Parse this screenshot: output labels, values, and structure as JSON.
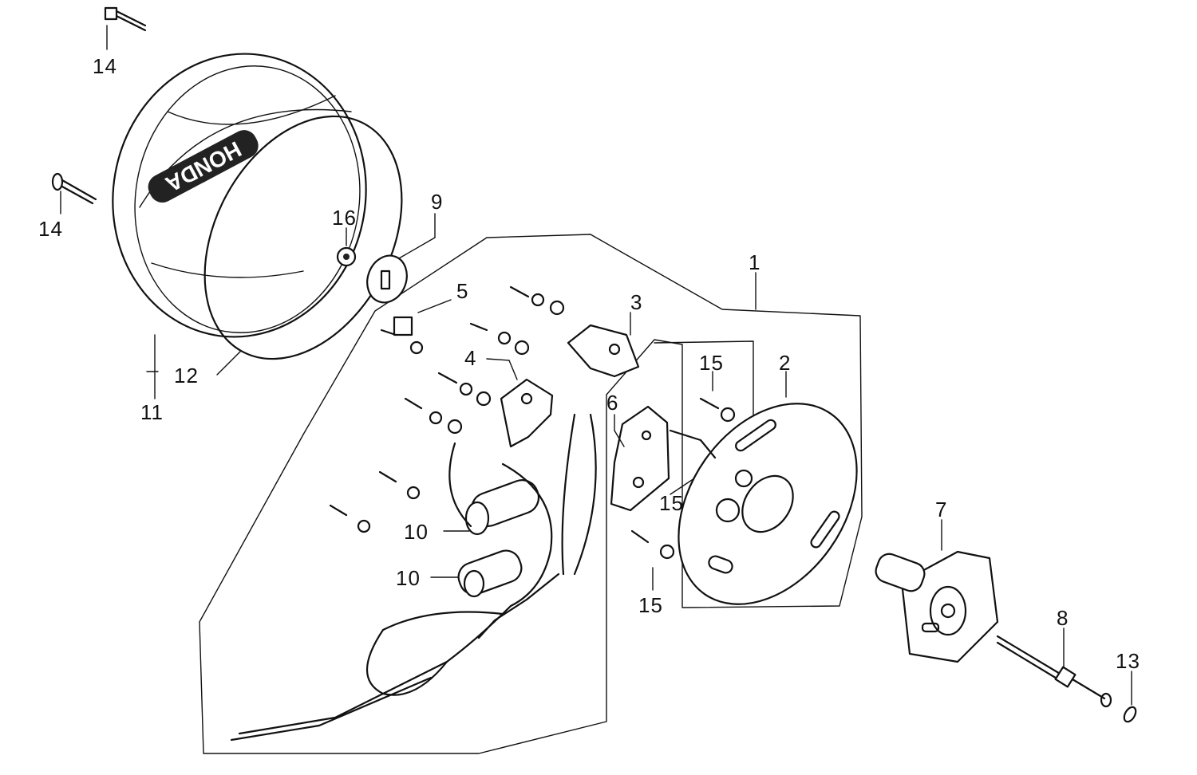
{
  "brand_text": "HONDA",
  "callouts": [
    "14",
    "14",
    "16",
    "9",
    "5",
    "3",
    "4",
    "1",
    "15",
    "2",
    "6",
    "15",
    "15",
    "10",
    "10",
    "12",
    "11",
    "7",
    "8",
    "13"
  ]
}
